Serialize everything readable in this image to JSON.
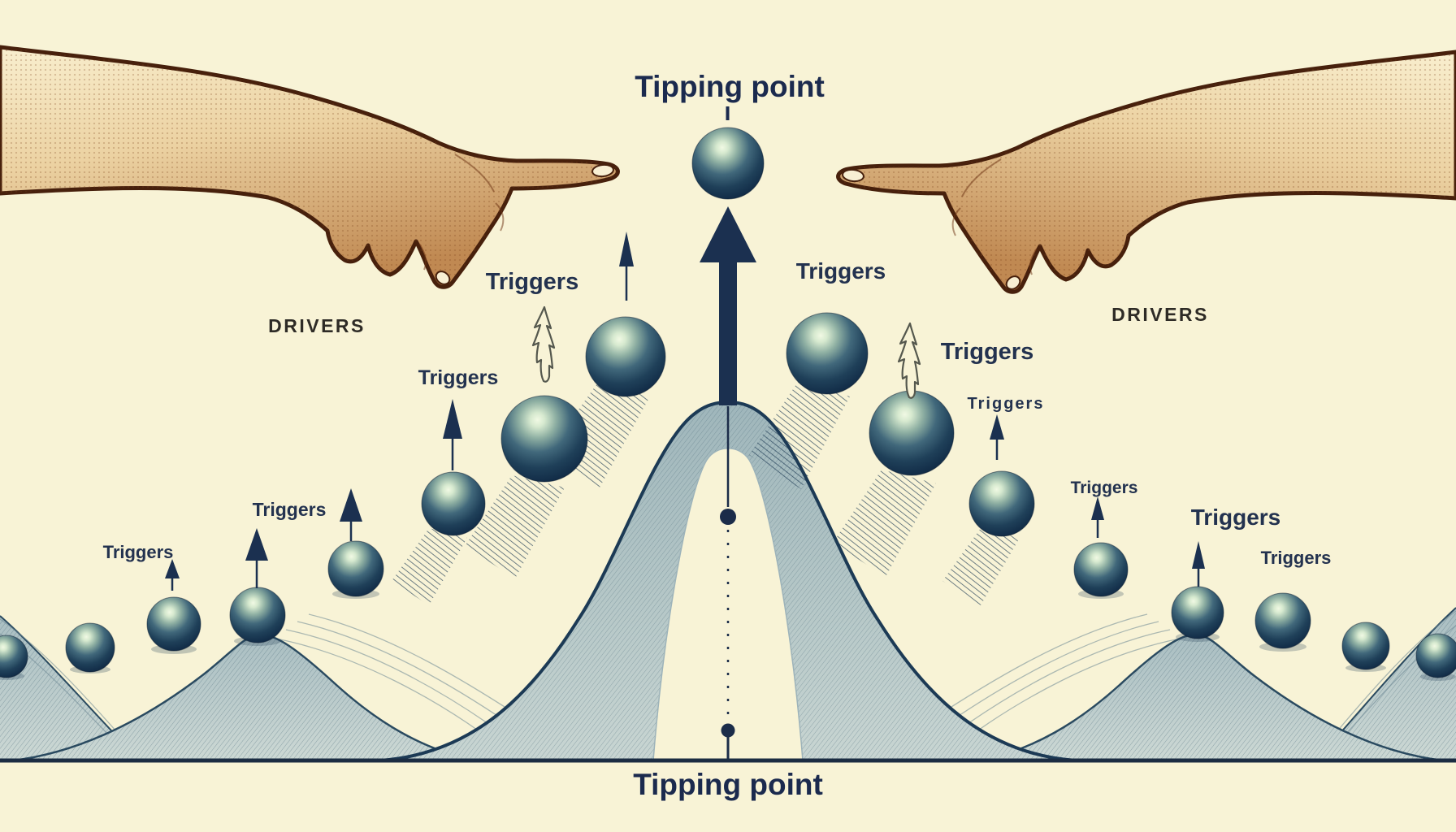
{
  "scene": {
    "title_top": "Tipping point",
    "title_bottom": "Tipping point"
  },
  "labels": {
    "drivers_left": "DRIVERS",
    "drivers_right": "DRIVERS",
    "triggers_l1": "Triggers",
    "triggers_l2": "Triggers",
    "triggers_l3": "Triggers",
    "triggers_l4": "Triggers",
    "triggers_r1": "Triggers",
    "triggers_r2": "Triggers",
    "triggers_r3": "Triggers",
    "triggers_r4": "Triggers",
    "triggers_r5": "Triggers",
    "triggers_r6": "Triggers"
  },
  "colors": {
    "background": "#f8f3d6",
    "ink_navy": "#1b2a4e",
    "triggers_text": "#23324f",
    "drivers_text": "#2e2b26",
    "mountain_fill_light": "#c8d5d2",
    "mountain_fill_dark": "#9fb6bb",
    "mountain_outline": "#1c3a55",
    "sphere_highlight": "#f1f9e4",
    "sphere_dark": "#0e2238",
    "hand_skin_light": "#f9efcf",
    "hand_skin_dark": "#c08952",
    "hand_outline": "#47200c",
    "baseline": "#1b2c42"
  },
  "icons": {
    "hands": "pointing-hand-icon",
    "central_arrow": "big-up-arrow-icon",
    "trigger_arrows": "small-up-arrow-icon",
    "sketch_arrows": "hand-drawn-up-arrow-icon",
    "spheres": "ball-icon",
    "tipping_markers": "dot-marker-icon",
    "connector": "dashed-line-icon"
  },
  "counts": {
    "spheres": 17,
    "triggers_labels": 10,
    "drivers_labels": 2,
    "trigger_arrows": 8,
    "sketch_arrows": 2,
    "hands": 2
  }
}
